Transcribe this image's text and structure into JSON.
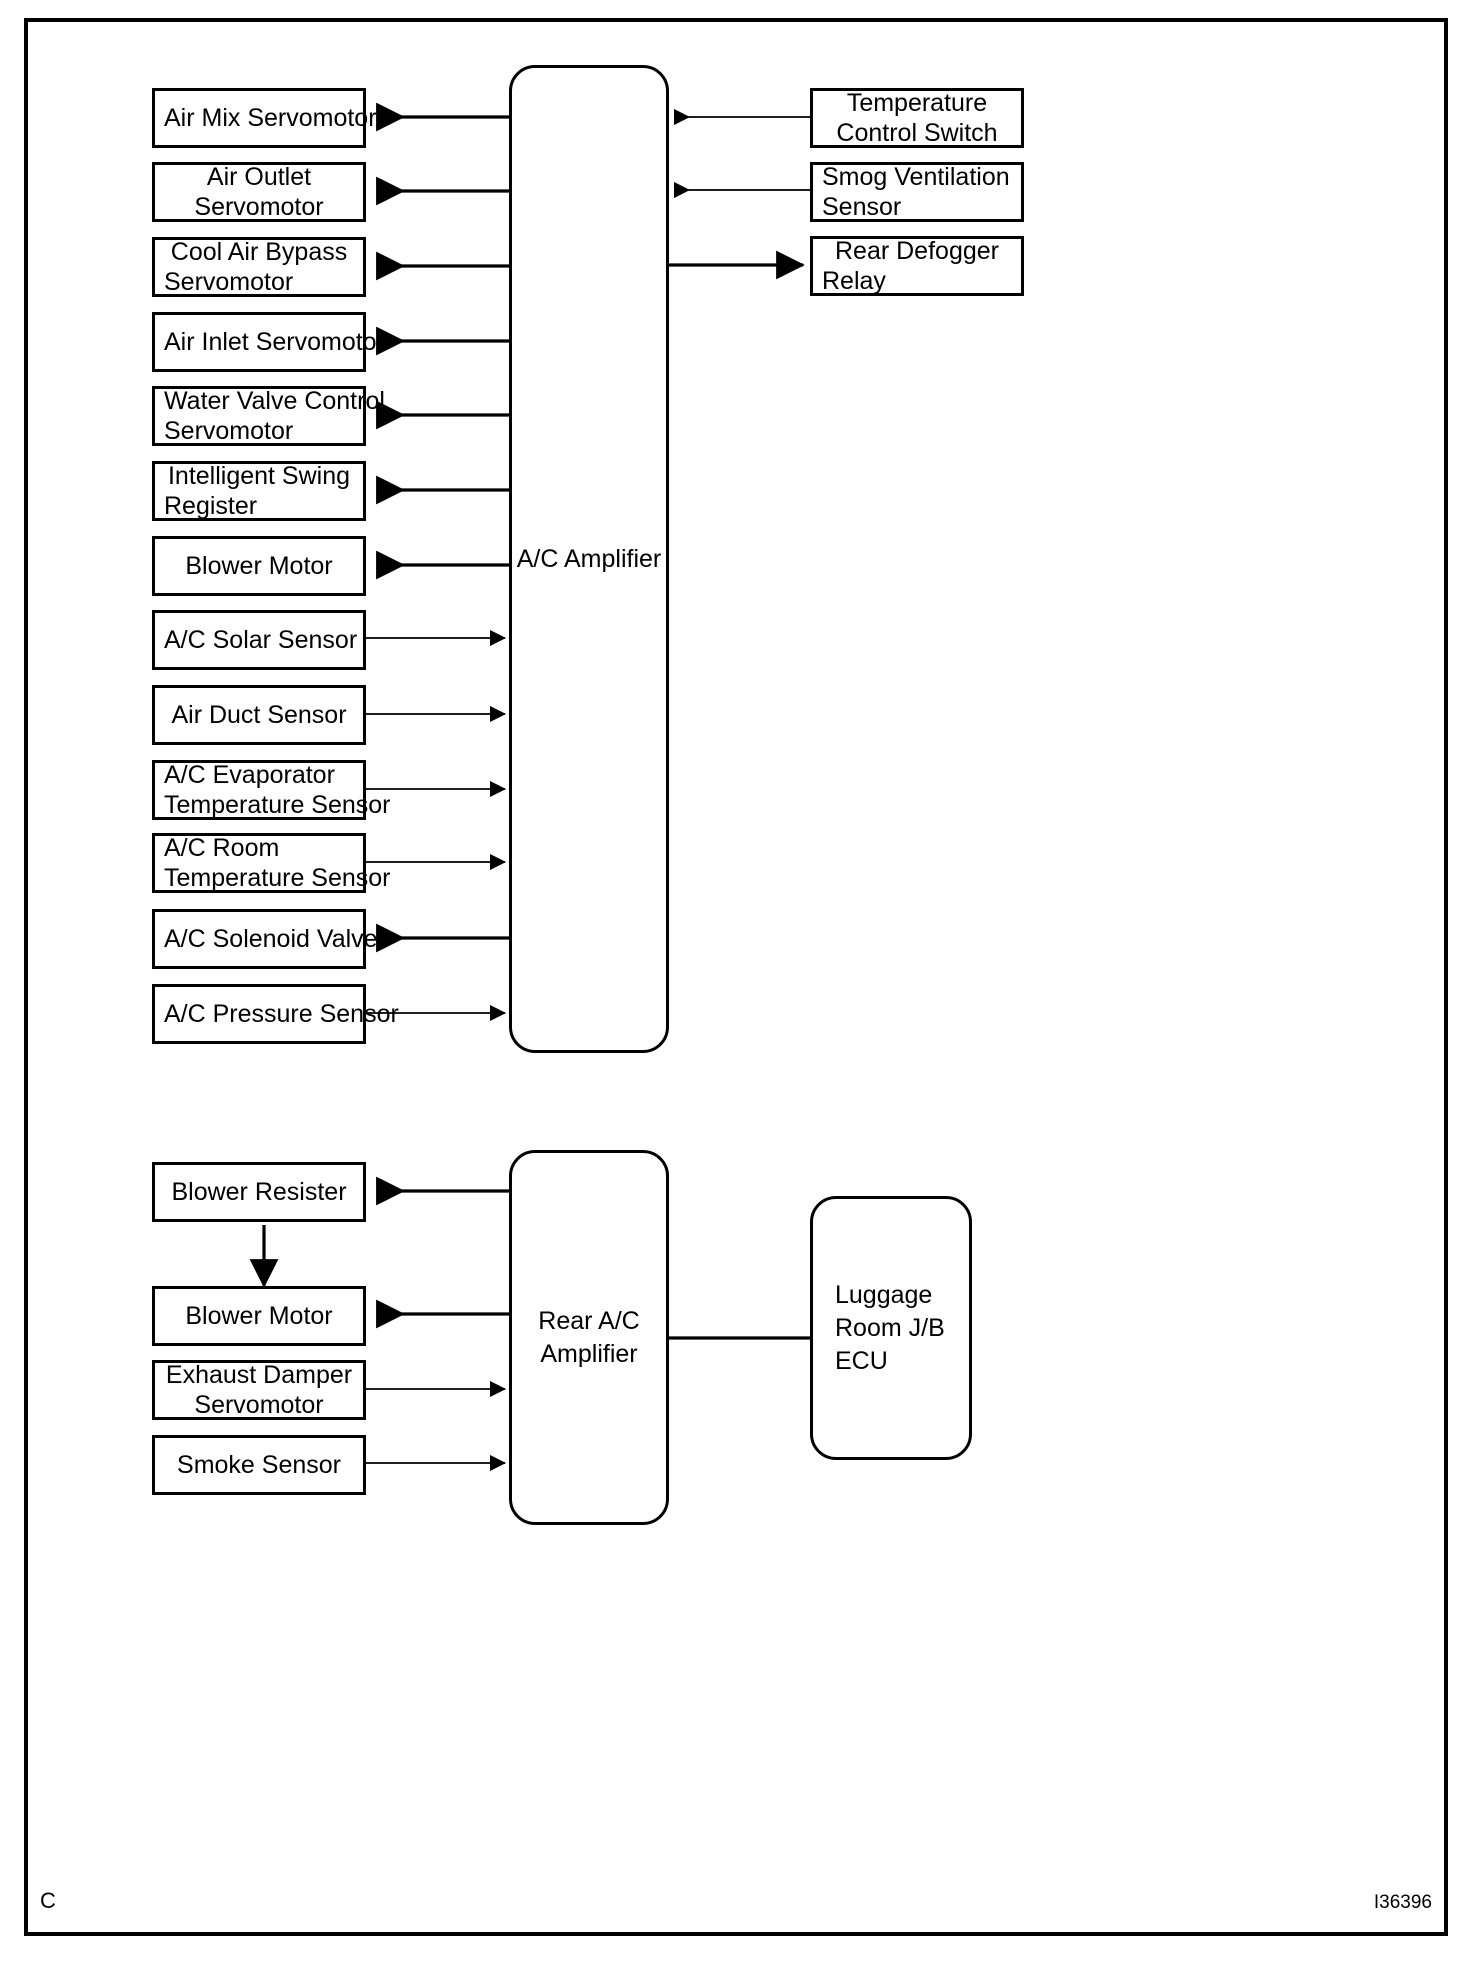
{
  "figure": {
    "id_label": "I36396",
    "corner_letter": "C",
    "border_color": "#000000"
  },
  "top_system": {
    "controller": {
      "label_line1": "A/C Amplifier"
    },
    "left_components": [
      {
        "name": "Air Mix Servomotor",
        "lines": [
          "Air Mix Servomotor"
        ],
        "align": "center",
        "direction": "output"
      },
      {
        "name": "Air Outlet Servomotor",
        "lines": [
          "Air Outlet",
          "Servomotor"
        ],
        "align": "center",
        "direction": "output"
      },
      {
        "name": "Cool Air Bypass Servomotor",
        "lines": [
          "Cool Air Bypass",
          "Servomotor"
        ],
        "align": "center",
        "direction": "output"
      },
      {
        "name": "Air Inlet Servomotor",
        "lines": [
          "Air Inlet Servomotor"
        ],
        "align": "left",
        "direction": "output"
      },
      {
        "name": "Water Valve Control Servomotor",
        "lines": [
          "Water Valve Control",
          "Servomotor"
        ],
        "align": "left",
        "direction": "output"
      },
      {
        "name": "Intelligent Swing Register",
        "lines": [
          "Intelligent Swing",
          "Register"
        ],
        "align": "center",
        "direction": "output"
      },
      {
        "name": "Blower Motor",
        "lines": [
          "Blower Motor"
        ],
        "align": "center",
        "direction": "output"
      },
      {
        "name": "A/C Solar Sensor",
        "lines": [
          "A/C Solar Sensor"
        ],
        "align": "center",
        "direction": "input"
      },
      {
        "name": "Air Duct Sensor",
        "lines": [
          "Air Duct Sensor"
        ],
        "align": "center",
        "direction": "input"
      },
      {
        "name": "A/C Evaporator Temperature Sensor",
        "lines": [
          "A/C Evaporator",
          "Temperature Sensor"
        ],
        "align": "left",
        "direction": "input"
      },
      {
        "name": "A/C Room Temperature Sensor",
        "lines": [
          "A/C Room",
          "Temperature Sensor"
        ],
        "align": "left",
        "direction": "input"
      },
      {
        "name": "A/C Solenoid Valve",
        "lines": [
          "A/C Solenoid Valve"
        ],
        "align": "center",
        "direction": "output"
      },
      {
        "name": "A/C Pressure Sensor",
        "lines": [
          "A/C Pressure Sensor"
        ],
        "align": "left",
        "direction": "input"
      }
    ],
    "right_components": [
      {
        "name": "Temperature Control Switch",
        "lines": [
          "Temperature",
          "Control Switch"
        ],
        "align": "center",
        "direction": "input"
      },
      {
        "name": "Smog Ventilation Sensor",
        "lines": [
          "Smog Ventilation",
          "Sensor"
        ],
        "align": "left",
        "direction": "input"
      },
      {
        "name": "Rear Defogger Relay",
        "lines": [
          "Rear Defogger",
          "Relay"
        ],
        "align": "center",
        "direction": "output"
      }
    ]
  },
  "bottom_system": {
    "controller": {
      "lines": [
        "Rear A/C",
        "Amplifier"
      ]
    },
    "left_components": [
      {
        "name": "Blower Resister",
        "lines": [
          "Blower Resister"
        ],
        "align": "center",
        "direction": "output"
      },
      {
        "name": "Blower Motor",
        "lines": [
          "Blower Motor"
        ],
        "align": "center",
        "direction": "output"
      },
      {
        "name": "Exhaust Damper Servomotor",
        "lines": [
          "Exhaust Damper",
          "Servomotor"
        ],
        "align": "center",
        "direction": "input"
      },
      {
        "name": "Smoke Sensor",
        "lines": [
          "Smoke Sensor"
        ],
        "align": "center",
        "direction": "input"
      }
    ],
    "right_components": [
      {
        "name": "Luggage Room J/B ECU",
        "lines": [
          "Luggage",
          "Room J/B",
          "ECU"
        ],
        "align": "left",
        "direction": "link"
      }
    ]
  }
}
